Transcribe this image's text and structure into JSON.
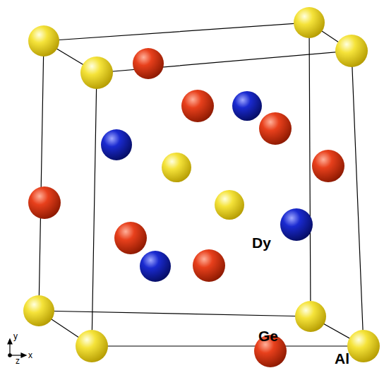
{
  "diagram": {
    "labels": [
      "Dy",
      "Ge",
      "Al",
      "y",
      "z",
      "x"
    ]
  }
}
